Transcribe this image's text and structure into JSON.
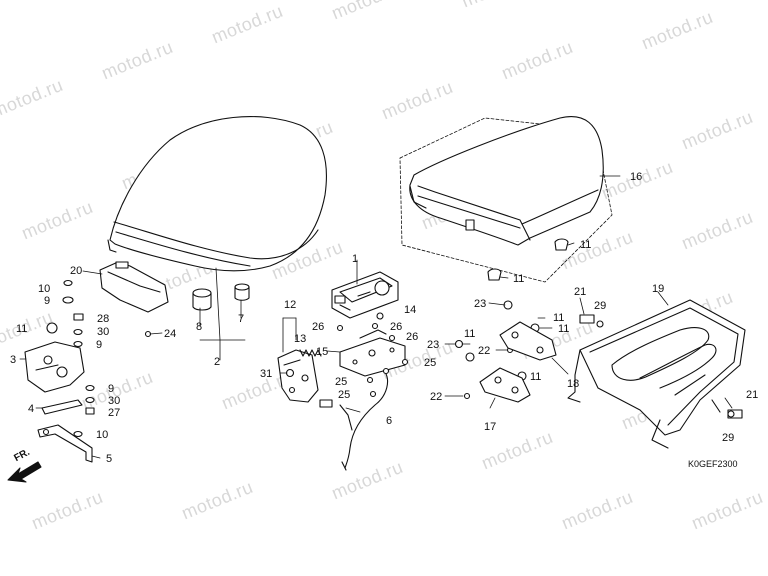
{
  "watermark": "motod.ru",
  "diagram_code": "K0GEF2300",
  "direction_label": "FR.",
  "part_labels": {
    "p1": "1",
    "p2": "2",
    "p3": "3",
    "p4": "4",
    "p5": "5",
    "p6": "6",
    "p7": "7",
    "p8": "8",
    "p9a": "9",
    "p9b": "9",
    "p9c": "9",
    "p10a": "10",
    "p10b": "10",
    "p11a": "11",
    "p11b": "11",
    "p11c": "11",
    "p11d": "11",
    "p11e": "11",
    "p11f": "11",
    "p11g": "11",
    "p12": "12",
    "p13": "13",
    "p14": "14",
    "p15": "15",
    "p16": "16",
    "p17": "17",
    "p18": "18",
    "p19": "19",
    "p20": "20",
    "p21a": "21",
    "p21b": "21",
    "p22a": "22",
    "p22b": "22",
    "p23a": "23",
    "p23b": "23",
    "p24": "24",
    "p25a": "25",
    "p25b": "25",
    "p25c": "25",
    "p26a": "26",
    "p26b": "26",
    "p26c": "26",
    "p27": "27",
    "p28": "28",
    "p29a": "29",
    "p29b": "29",
    "p30a": "30",
    "p30b": "30",
    "p31": "31"
  }
}
